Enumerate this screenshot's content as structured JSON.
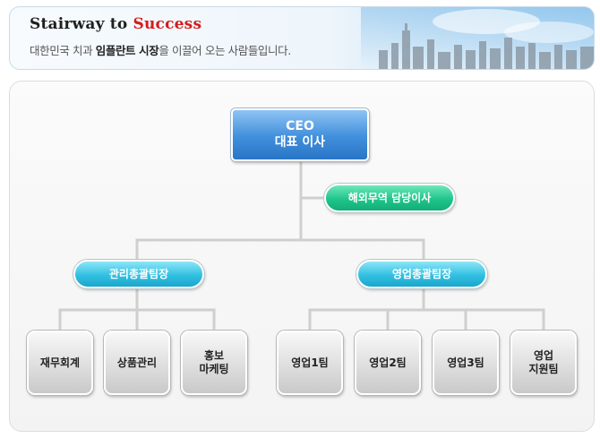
{
  "banner": {
    "title_main": "Stairway to ",
    "title_accent": "Success",
    "subtitle_pre": "대한민국 치과 ",
    "subtitle_highlight": "임플란트 시장",
    "subtitle_post": "을 이끌어 오는 사람들입니다."
  },
  "org": {
    "ceo": {
      "line1": "CEO",
      "line2": "대표 이사"
    },
    "overseas_director": "해외무역 담당이사",
    "management_head": "관리총괄팀장",
    "sales_head": "영업총괄팀장",
    "teams": [
      {
        "line1": "재무회계",
        "line2": ""
      },
      {
        "line1": "상품관리",
        "line2": ""
      },
      {
        "line1": "홍보",
        "line2": "마케팅"
      },
      {
        "line1": "영업1팀",
        "line2": ""
      },
      {
        "line1": "영업2팀",
        "line2": ""
      },
      {
        "line1": "영업3팀",
        "line2": ""
      },
      {
        "line1": "영업",
        "line2": "지원팀"
      }
    ]
  },
  "colors": {
    "accent_red": "#d61b1b",
    "ceo_blue": "#2a75c6",
    "director_green": "#1fc58c",
    "head_cyan": "#32c0e2",
    "connector": "#cfcfcf"
  }
}
